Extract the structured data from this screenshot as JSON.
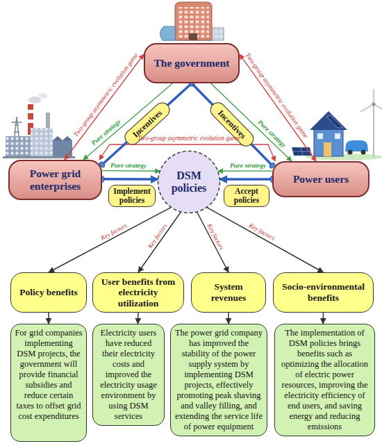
{
  "diagram": {
    "nodes": [
      {
        "text": [
          "The government"
        ]
      },
      {
        "text": [
          "Power grid enterprises"
        ]
      },
      {
        "text": [
          "DSM policies"
        ]
      },
      {
        "text": [
          "Power users"
        ]
      },
      {
        "text": [
          "Incentives"
        ]
      },
      {
        "text": [
          "Incentives"
        ]
      },
      {
        "text": [
          "Implement policies"
        ]
      },
      {
        "text": [
          "Accept policies"
        ]
      },
      {
        "text": [
          "Policy benefits"
        ]
      },
      {
        "text": [
          "User benefits from electricity utilization"
        ]
      },
      {
        "text": [
          "System revenues"
        ]
      },
      {
        "text": [
          "Socio-environmental benefits"
        ]
      },
      {
        "text": [
          "For grid companies implementing DSM projects, the government will provide financial subsidies and reduce certain taxes to offset grid cost expenditures"
        ]
      },
      {
        "text": [
          "Electricity users have reduced their electricity costs and improved the electricity usage environment by using DSM services"
        ]
      },
      {
        "text": [
          "The power grid company has improved the stability of the power supply system by implementing DSM projects, effectively promoting peak shaving and valley filling, and extending the service life of power equipment"
        ]
      },
      {
        "text": [
          "The implementation of DSM policies brings benefits such as optimizing the allocation of electric power resources, improving the electricity efficiency of end users, and saving energy and reducing emissions"
        ]
      }
    ],
    "edges": [
      {
        "from": 0,
        "to": 1,
        "arrow": "both",
        "label": "Two-group asymmetric evolution game"
      },
      {
        "from": 0,
        "to": 3,
        "arrow": "both",
        "label": "Two-group asymmetric evolution game"
      },
      {
        "from": 1,
        "to": 3,
        "arrow": "both",
        "label": "Two-group asymmetric evolution game"
      },
      {
        "from": 0,
        "to": 1,
        "arrow": "none"
      },
      {
        "from": 0,
        "to": 3,
        "arrow": "none"
      },
      {
        "from": 0,
        "to": 1,
        "arrow": "to",
        "label": "Pure strategy"
      },
      {
        "from": 0,
        "to": 3,
        "arrow": "to",
        "label": "Pure strategy"
      },
      {
        "from": 1,
        "to": 2,
        "arrow": "to",
        "label": "Pure strategy"
      },
      {
        "from": 3,
        "to": 2,
        "arrow": "to",
        "label": "Pure strategy"
      },
      {
        "from": 1,
        "to": 2,
        "arrow": "to"
      },
      {
        "from": 3,
        "to": 2,
        "arrow": "to"
      },
      {
        "from": 2,
        "to": 8,
        "arrow": "to",
        "label": "Key factors"
      },
      {
        "from": 2,
        "to": 9,
        "arrow": "to",
        "label": "Key factors"
      },
      {
        "from": 2,
        "to": 10,
        "arrow": "to",
        "label": "Key factors"
      },
      {
        "from": 2,
        "to": 11,
        "arrow": "to",
        "label": "Key factors"
      },
      {
        "from": 8,
        "to": 12,
        "arrow": "to"
      },
      {
        "from": 9,
        "to": 13,
        "arrow": "to"
      },
      {
        "from": 10,
        "to": 14,
        "arrow": "to"
      },
      {
        "from": 11,
        "to": 15,
        "arrow": "to"
      }
    ]
  }
}
